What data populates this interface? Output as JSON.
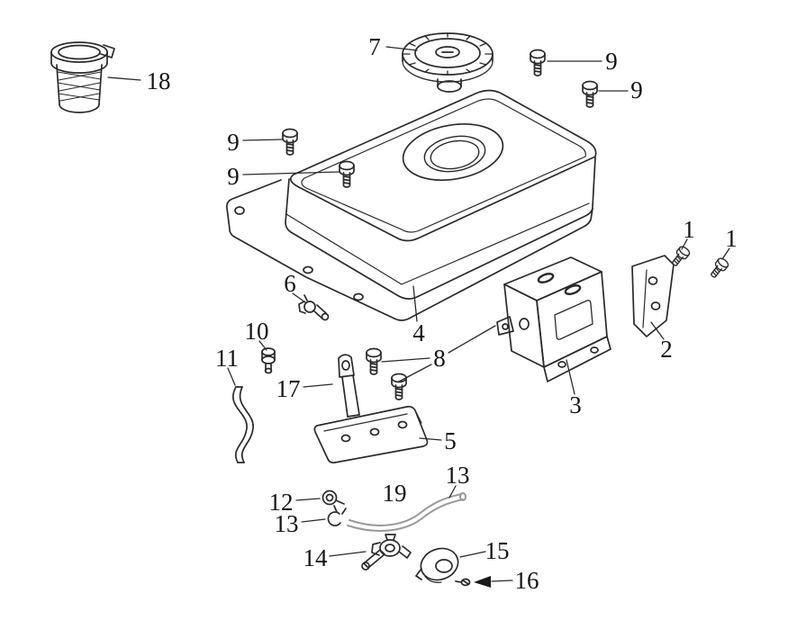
{
  "diagram": {
    "background_color": "#ffffff",
    "line_color": "#2a2a2a",
    "leader_color": "#2a2a2a",
    "hose_color": "#999999",
    "callouts": {
      "n1a": "1",
      "n1b": "1",
      "n2": "2",
      "n3": "3",
      "n4": "4",
      "n5": "5",
      "n6": "6",
      "n7": "7",
      "n8": "8",
      "n9a": "9",
      "n9b": "9",
      "n9c": "9",
      "n9d": "9",
      "n10": "10",
      "n11": "11",
      "n12": "12",
      "n13a": "13",
      "n13b": "13",
      "n14": "14",
      "n15": "15",
      "n16": "16",
      "n17": "17",
      "n18": "18",
      "n19": "19"
    }
  }
}
